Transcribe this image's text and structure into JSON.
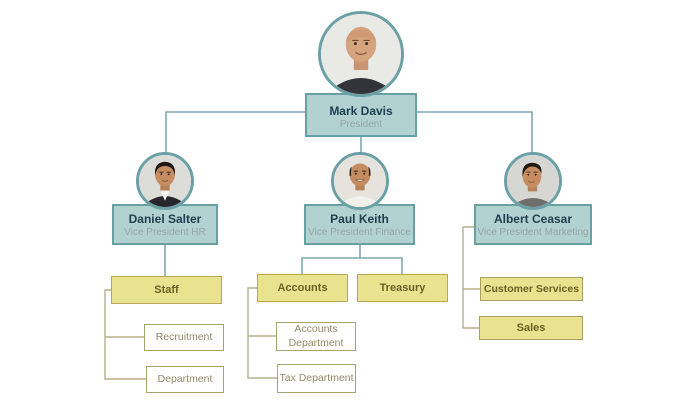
{
  "org": {
    "president": {
      "name": "Mark Davis",
      "title": "President"
    },
    "vp_hr": {
      "name": "Daniel Salter",
      "title": "Vice President HR"
    },
    "vp_finance": {
      "name": "Paul Keith",
      "title": "Vice President Finance"
    },
    "vp_marketing": {
      "name": "Albert Ceasar",
      "title": "Vice President Marketing"
    },
    "hr_branch": {
      "staff": "Staff",
      "recruitment": "Recruitment",
      "department": "Department"
    },
    "finance_branch": {
      "accounts": "Accounts",
      "treasury": "Treasury",
      "accounts_department": "Accounts Department",
      "tax_department": "Tax Department"
    },
    "marketing_branch": {
      "customer_services": "Customer Services",
      "sales": "Sales"
    }
  },
  "colors": {
    "exec_fill": "#b1d2d0",
    "exec_border": "#68a0a4",
    "exec_name_text": "#1e4050",
    "exec_title_text": "#93a5a7",
    "dept_fill": "#e9e28e",
    "dept_border": "#b8aa55",
    "dept_text": "#6a6028",
    "unit_border": "#a8a472",
    "unit_text": "#8d8a66",
    "connector_blue": "#7fa9b0",
    "connector_olive": "#b6b18a"
  }
}
